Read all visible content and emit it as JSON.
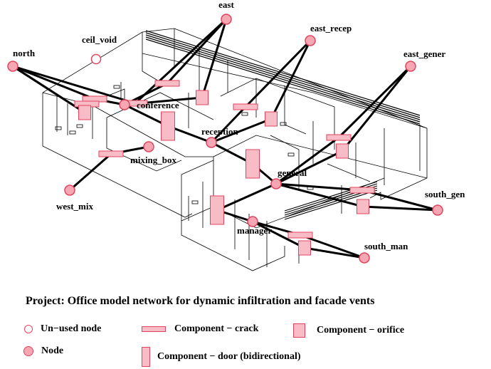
{
  "caption": "Project: Office model network for dynamic infiltration and facade vents",
  "colors": {
    "node_fill": "#f7a7b4",
    "node_stroke": "#e0455e",
    "component_fill": "#f7bcc6",
    "link": "#000000",
    "wireframe": "#000000"
  },
  "nodes": [
    {
      "id": "east",
      "label": "east",
      "used": true
    },
    {
      "id": "ceil_void",
      "label": "ceil_void",
      "used": false
    },
    {
      "id": "east_recep",
      "label": "east_recep",
      "used": true
    },
    {
      "id": "north",
      "label": "north",
      "used": true
    },
    {
      "id": "east_gener",
      "label": "east_gener",
      "used": true
    },
    {
      "id": "conference",
      "label": "conference",
      "used": true
    },
    {
      "id": "reception",
      "label": "reception",
      "used": true
    },
    {
      "id": "mixing_box",
      "label": "mixing_box",
      "used": true
    },
    {
      "id": "general",
      "label": "general",
      "used": true
    },
    {
      "id": "south_gen",
      "label": "south_gen",
      "used": true
    },
    {
      "id": "west_mix",
      "label": "west_mix",
      "used": true
    },
    {
      "id": "manager",
      "label": "manager",
      "used": true
    },
    {
      "id": "south_man",
      "label": "south_man",
      "used": true
    }
  ],
  "components": [
    {
      "id": "c1",
      "type": "crack"
    },
    {
      "id": "c2",
      "type": "crack"
    },
    {
      "id": "c3",
      "type": "crack"
    },
    {
      "id": "c4",
      "type": "crack"
    },
    {
      "id": "c5",
      "type": "crack"
    },
    {
      "id": "c6",
      "type": "crack"
    },
    {
      "id": "c7",
      "type": "crack"
    },
    {
      "id": "c8",
      "type": "crack"
    },
    {
      "id": "c9",
      "type": "crack"
    },
    {
      "id": "o1",
      "type": "orifice"
    },
    {
      "id": "o2",
      "type": "orifice"
    },
    {
      "id": "o3",
      "type": "orifice"
    },
    {
      "id": "o4",
      "type": "orifice"
    },
    {
      "id": "o5",
      "type": "orifice"
    },
    {
      "id": "o6",
      "type": "orifice"
    },
    {
      "id": "d1",
      "type": "door"
    },
    {
      "id": "d2",
      "type": "door"
    },
    {
      "id": "d3",
      "type": "door"
    }
  ],
  "links": [
    [
      "north",
      "c1"
    ],
    [
      "north",
      "o1"
    ],
    [
      "north",
      "c2"
    ],
    [
      "north",
      "o1"
    ],
    [
      "east",
      "c3"
    ],
    [
      "east",
      "o2"
    ],
    [
      "east",
      "c2"
    ],
    [
      "east_recep",
      "c4"
    ],
    [
      "east_recep",
      "o3"
    ],
    [
      "east_gener",
      "c5"
    ],
    [
      "east_gener",
      "o4"
    ],
    [
      "conference",
      "c1"
    ],
    [
      "conference",
      "c3"
    ],
    [
      "conference",
      "o2"
    ],
    [
      "conference",
      "d1"
    ],
    [
      "reception",
      "d1"
    ],
    [
      "reception",
      "c4"
    ],
    [
      "reception",
      "o3"
    ],
    [
      "reception",
      "d2"
    ],
    [
      "mixing_box",
      "c6"
    ],
    [
      "west_mix",
      "c6"
    ],
    [
      "general",
      "d2"
    ],
    [
      "general",
      "c5"
    ],
    [
      "general",
      "o4"
    ],
    [
      "general",
      "c7"
    ],
    [
      "general",
      "o5"
    ],
    [
      "general",
      "d3"
    ],
    [
      "south_gen",
      "c7"
    ],
    [
      "south_gen",
      "o5"
    ],
    [
      "manager",
      "d3"
    ],
    [
      "manager",
      "c8"
    ],
    [
      "manager",
      "o6"
    ],
    [
      "south_man",
      "c8"
    ],
    [
      "south_man",
      "o6"
    ]
  ],
  "legend": {
    "unused_node": "Un−used node",
    "node": "Node",
    "crack": "Component − crack",
    "orifice": "Component − orifice",
    "door": "Component − door (bidirectional)"
  }
}
